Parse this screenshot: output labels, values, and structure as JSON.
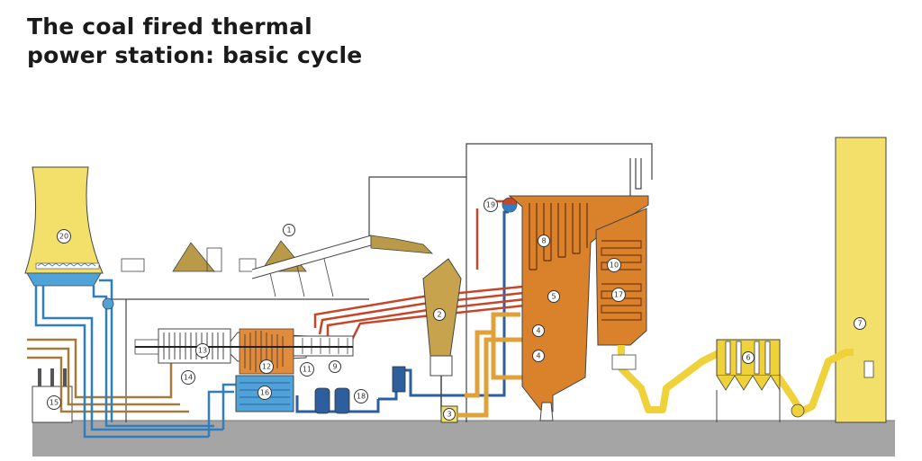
{
  "title": {
    "line1": "The coal fired thermal",
    "line2": "power station: basic cycle"
  },
  "labels": [
    "1",
    "2",
    "3",
    "4",
    "5",
    "6",
    "7",
    "8",
    "9",
    "10",
    "11",
    "12",
    "13",
    "14",
    "15",
    "16",
    "17",
    "18",
    "19",
    "20"
  ],
  "colors": {
    "steam_red": "#c8452a",
    "boiler_orange": "#d9822b",
    "flue_yellow": "#efd13a",
    "water_blue": "#2f7fc0",
    "ground_gray": "#a5a5a5",
    "outline": "#333333"
  }
}
